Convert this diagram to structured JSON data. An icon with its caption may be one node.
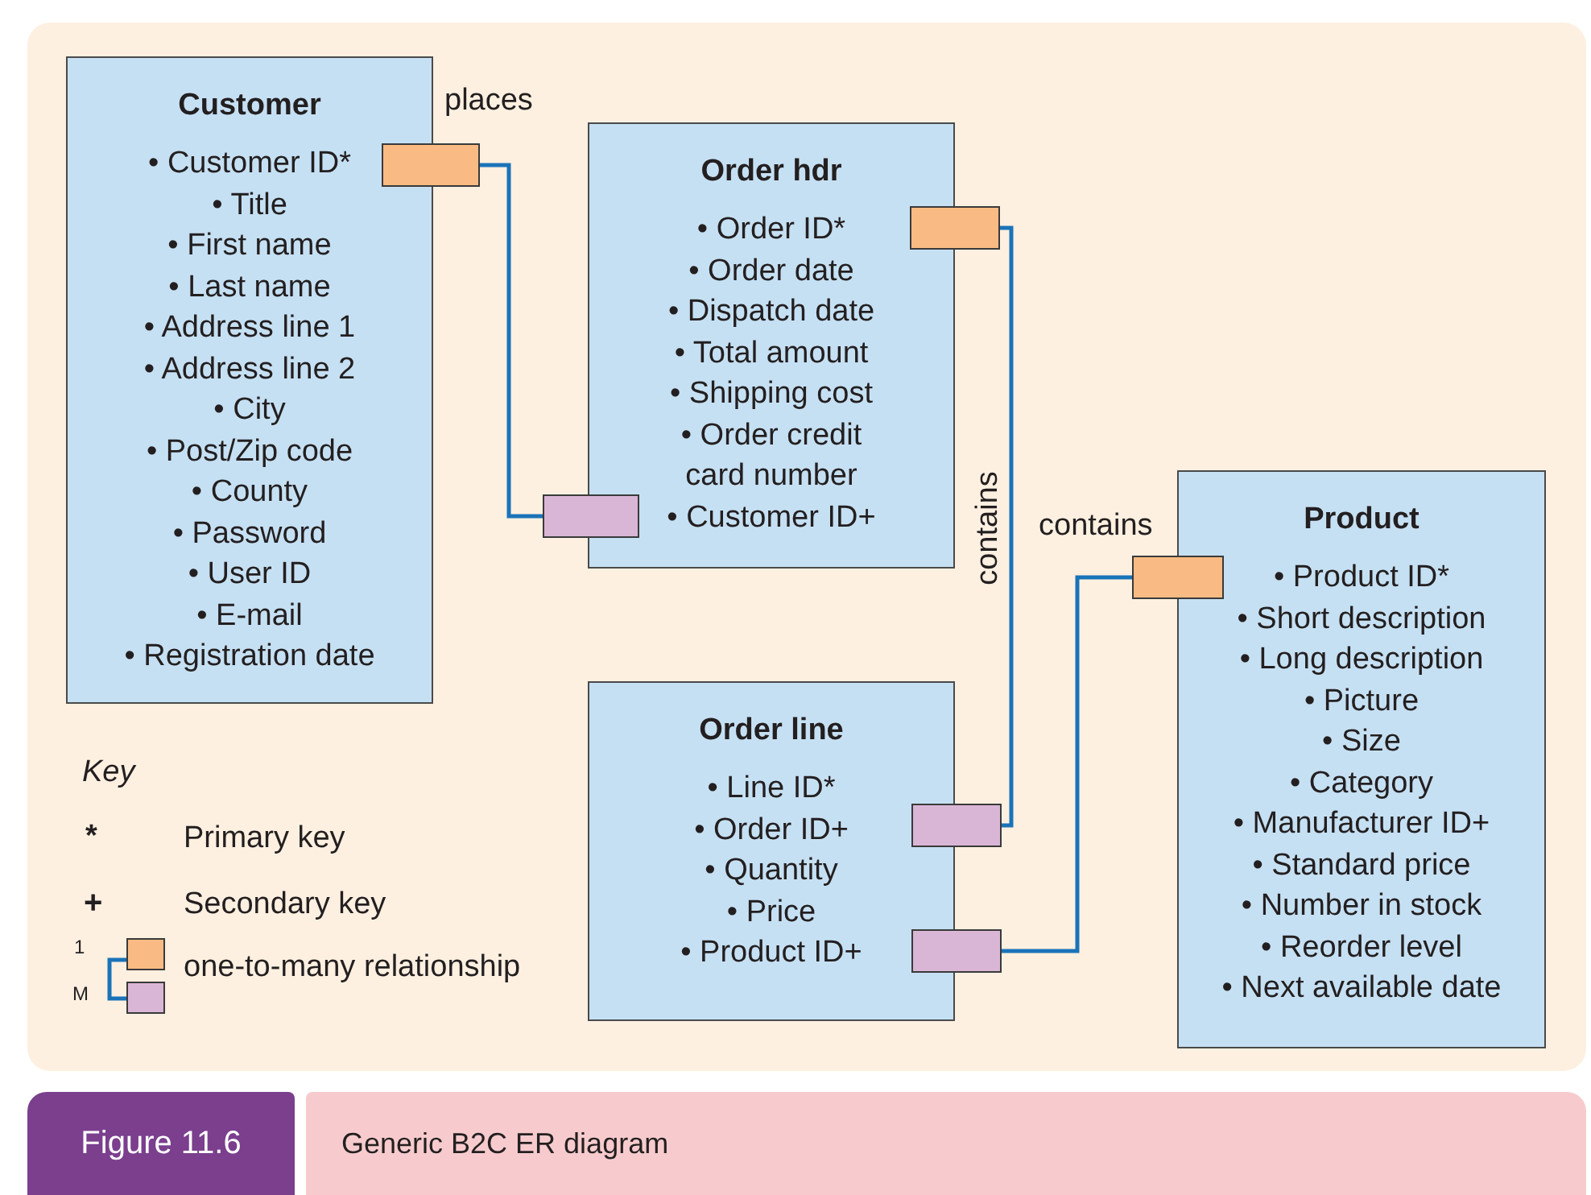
{
  "diagram": {
    "caption": "Generic B2C ER diagram",
    "nodes": [
      {
        "text": [
          "Customer",
          "• Customer ID*",
          "• Title",
          "• First name",
          "• Last name",
          "• Address line 1",
          "• Address line 2",
          "• City",
          "• Post/Zip code",
          "• County",
          "• Password",
          "• User ID",
          "• E-mail",
          "• Registration date"
        ]
      },
      {
        "text": [
          "Order hdr",
          "• Order ID*",
          "• Order date",
          "• Dispatch date",
          "• Total amount",
          "• Shipping cost",
          "• Order credit card number",
          "• Customer ID+"
        ]
      },
      {
        "text": [
          "Order line",
          "• Line ID*",
          "• Order ID+",
          "• Quantity",
          "• Price",
          "• Product ID+"
        ]
      },
      {
        "text": [
          "Product",
          "• Product ID*",
          "• Short description",
          "• Long description",
          "• Picture",
          "• Size",
          "• Category",
          "• Manufacturer ID+",
          "• Standard price",
          "• Number in stock",
          "• Reorder level",
          "• Next available date"
        ]
      },
      {
        "text": [],
        "shape": "box"
      },
      {
        "text": [],
        "shape": "box"
      },
      {
        "text": [],
        "shape": "box"
      },
      {
        "text": [],
        "shape": "box"
      },
      {
        "text": [],
        "shape": "box"
      },
      {
        "text": [],
        "shape": "box"
      }
    ],
    "edges": [
      {
        "from": 4,
        "to": 5,
        "arrow": "none",
        "label": "places"
      },
      {
        "from": 6,
        "to": 7,
        "arrow": "none",
        "label": "contains"
      },
      {
        "from": 9,
        "to": 8,
        "arrow": "none",
        "label": "contains"
      }
    ],
    "labels": [
      "Key",
      "*",
      "+",
      "1",
      "M",
      "Figure 11.6"
    ],
    "legend": [
      {
        "text": "Primary key"
      },
      {
        "text": "Secondary key"
      },
      {
        "text": "one-to-many relationship"
      }
    ]
  }
}
